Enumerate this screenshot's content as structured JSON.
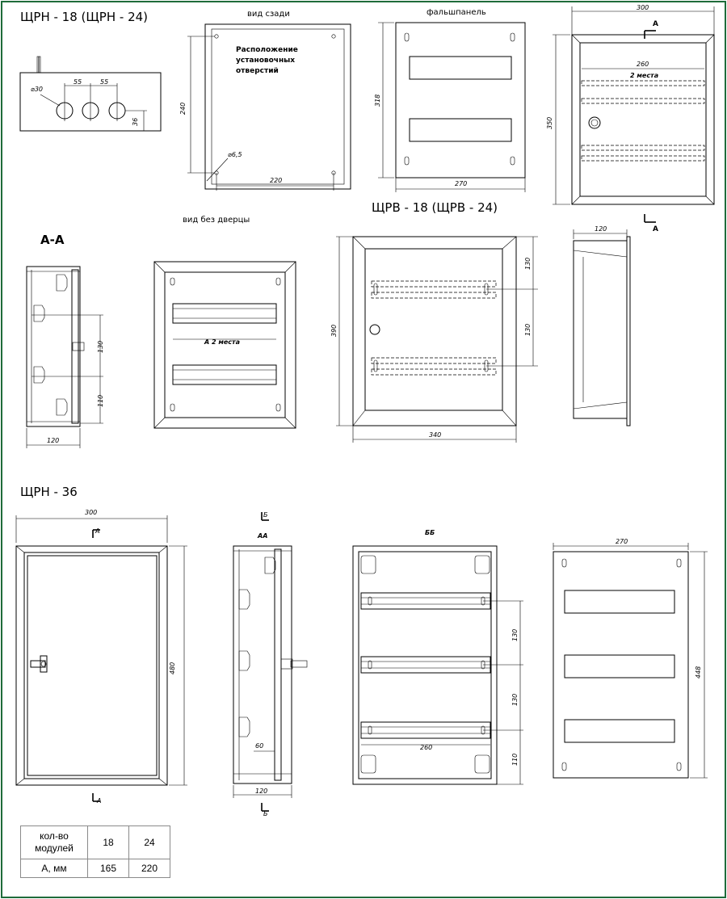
{
  "titles": {
    "main": "ЩРН - 18 (ЩРН - 24)",
    "embedded": "ЩРВ - 18 (ЩРВ - 24)",
    "large": "ЩРН - 36",
    "section_aa": "А-А"
  },
  "view_labels": {
    "rear": "вид сзади",
    "false_panel": "фальшпанель",
    "no_door": "вид без дверцы",
    "section_a": "А",
    "section_b": "Б",
    "section_aa_small": "АА",
    "section_bb": "ББ"
  },
  "notes": {
    "holes_line1": "Расположение",
    "holes_line2": "установочных",
    "holes_line3": "отверстий",
    "places_2": "2 места",
    "places_a2": "А 2 места"
  },
  "dimensions": {
    "d30": "⌀30",
    "d55a": "55",
    "d55b": "55",
    "d36": "36",
    "d240": "240",
    "d220": "220",
    "d65": "⌀6,5",
    "d318": "318",
    "d270": "270",
    "d300": "300",
    "d350": "350",
    "d260": "260",
    "d130a": "130",
    "d110": "110",
    "d120": "120",
    "d390": "390",
    "d130b": "130",
    "d130c": "130",
    "d340": "340",
    "d120b": "120",
    "d300b": "300",
    "d480": "480",
    "d60": "60",
    "d120c": "120",
    "d130d": "130",
    "d130e": "130",
    "d110b": "110",
    "d260b": "260",
    "d270b": "270",
    "d448": "448"
  },
  "table": {
    "header_label_line1": "кол-во",
    "header_label_line2": "модулей",
    "col1": "18",
    "col2": "24",
    "row_label": "A, мм",
    "row_val1": "165",
    "row_val2": "220"
  },
  "colors": {
    "frame": "#1f6b3a",
    "lines": "#000000"
  }
}
